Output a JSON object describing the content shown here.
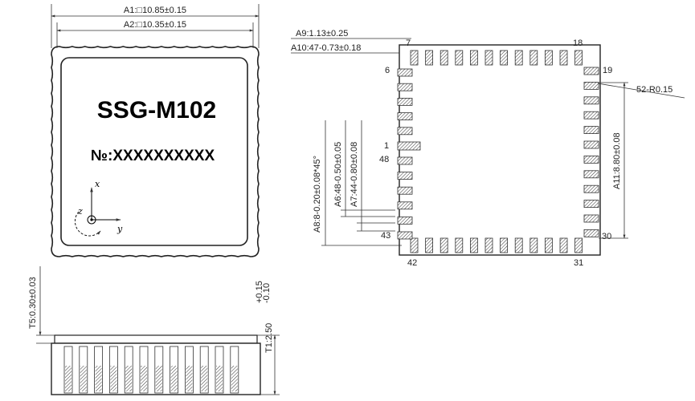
{
  "top_view": {
    "a1": "A1:□10.85±0.15",
    "a2": "A2:□10.35±0.15",
    "model": "SSG-M102",
    "serial": "№:XXXXXXXXXX",
    "axis_x": "x",
    "axis_y": "y",
    "axis_z": "z"
  },
  "bottom_view": {
    "a9": "A9:1.13±0.25",
    "a10": "A10:47-0.73±0.18",
    "r_label": "52-R0.15",
    "a11": "A11:8.80±0.08",
    "a8": "A8:8-0.20±0.08*45°",
    "a6": "A6:48-0.50±0.05",
    "a7": "A7:44-0.80±0.08",
    "pins": {
      "p1": "1",
      "p6": "6",
      "p7": "7",
      "p18": "18",
      "p19": "19",
      "p30": "30",
      "p31": "31",
      "p42": "42",
      "p43": "43",
      "p48": "48"
    }
  },
  "side_view": {
    "t5": "T5:0.30±0.03",
    "t1": "T1:2.50",
    "t1_plus": "+0.15",
    "t1_minus": "-0.10"
  }
}
